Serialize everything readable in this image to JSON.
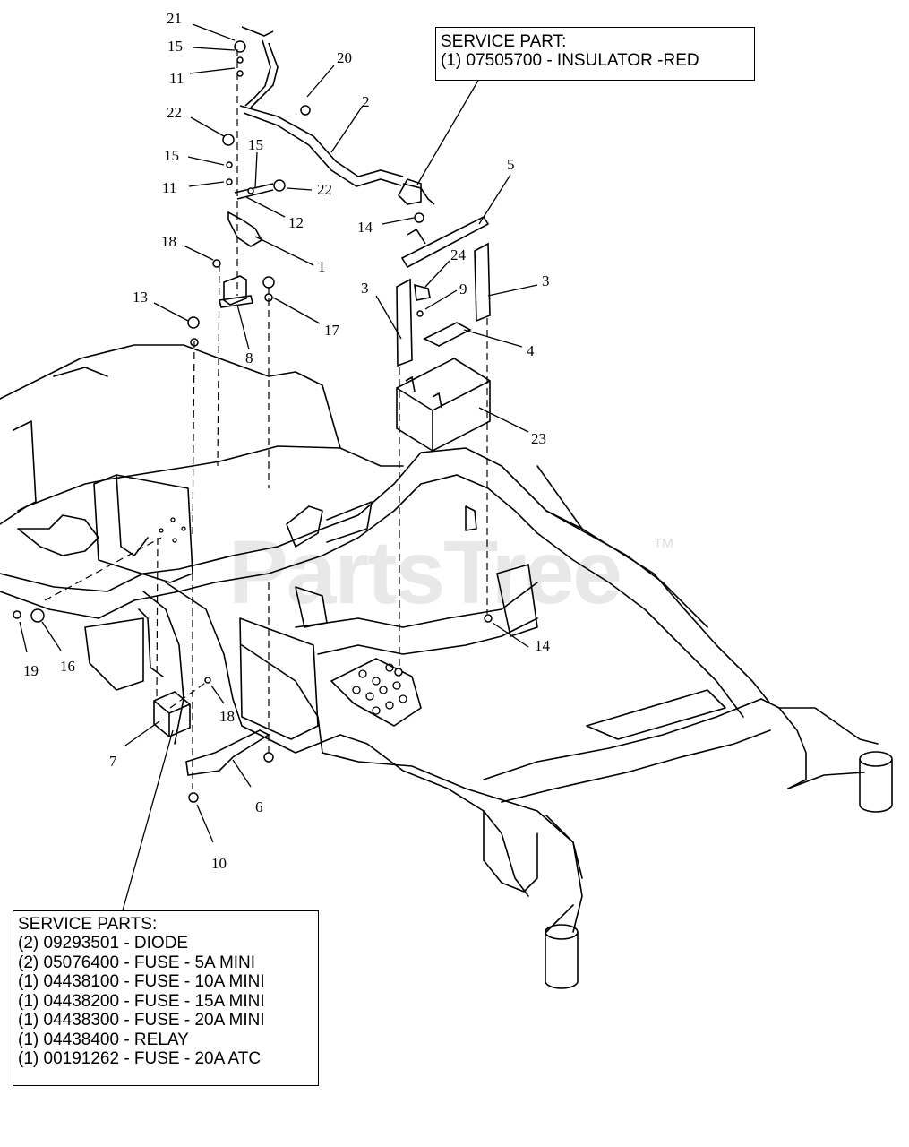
{
  "watermark": {
    "brand": "PartsTree",
    "tm": "TM"
  },
  "service_part_top": {
    "title": "SERVICE PART:",
    "lines": [
      "(1) 07505700 - INSULATOR -RED"
    ]
  },
  "service_parts_bottom": {
    "title": "SERVICE PARTS:",
    "lines": [
      "(2) 09293501 - DIODE",
      "(2) 05076400 - FUSE - 5A MINI",
      "(1) 04438100 - FUSE - 10A MINI",
      "(1) 04438200 - FUSE - 15A MINI",
      "(1) 04438300 - FUSE - 20A MINI",
      "(1) 04438400 - RELAY",
      "(1) 00191262 - FUSE - 20A ATC"
    ]
  },
  "callouts": [
    "21",
    "15",
    "11",
    "20",
    "2",
    "22",
    "15",
    "11",
    "15",
    "22",
    "12",
    "1",
    "18",
    "13",
    "8",
    "17",
    "14",
    "5",
    "24",
    "9",
    "3",
    "3",
    "4",
    "23",
    "14",
    "19",
    "16",
    "18",
    "7",
    "6",
    "10"
  ]
}
